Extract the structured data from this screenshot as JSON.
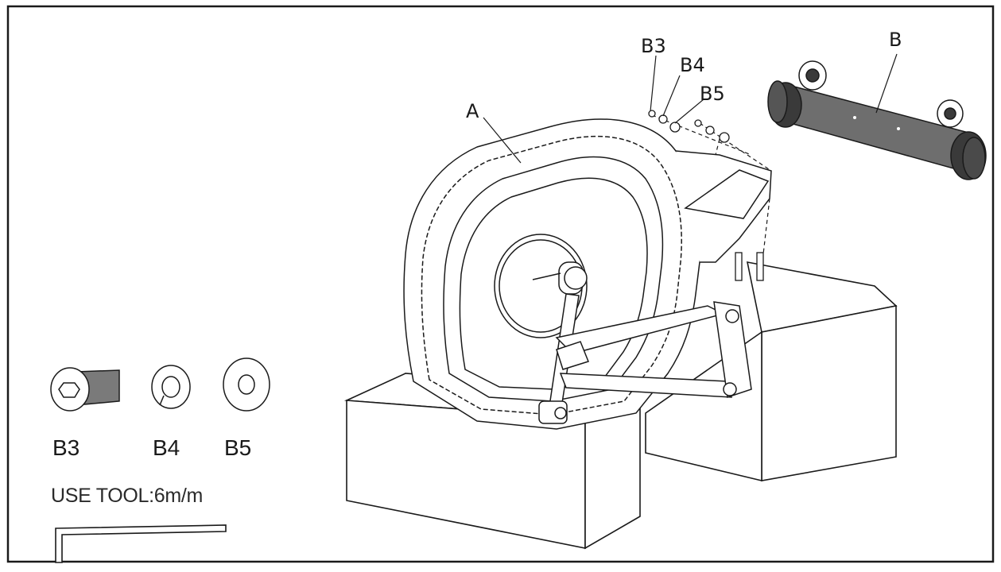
{
  "callouts": {
    "frame": "A",
    "rear_stabilizer": "B",
    "bolt_top": "B3",
    "lock_washer_top": "B4",
    "flat_washer_top": "B5"
  },
  "hardware_legend": {
    "bolt": "B3",
    "lock_washer": "B4",
    "flat_washer": "B5"
  },
  "tool": {
    "text": "USE TOOL:6m/m"
  },
  "colors": {
    "line": "#1a1a1a",
    "stabilizer_fill": "#6e6e6e",
    "stabilizer_dark": "#3a3a3a"
  }
}
